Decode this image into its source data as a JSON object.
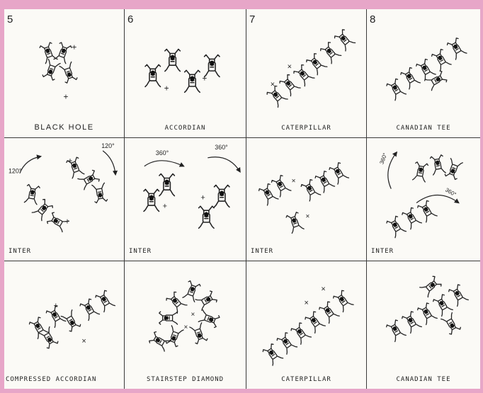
{
  "grid": {
    "column_numbers": [
      "5",
      "6",
      "7",
      "8"
    ],
    "row1_captions": [
      "BLACK HOLE",
      "ACCORDIAN",
      "CATERPILLAR",
      "CANADIAN TEE"
    ],
    "row2_captions": [
      "INTER",
      "INTER",
      "INTER",
      "INTER"
    ],
    "row3_captions": [
      "COMPRESSED ACCORDIAN",
      "STAIRSTEP DIAMOND",
      "CATERPILLAR",
      "CANADIAN TEE"
    ],
    "annotations": {
      "c5_left_angle": "120°",
      "c5_right_angle": "120°",
      "c6_left_angle": "360°",
      "c6_right_angle": "360°",
      "c8_top_angle": "360°",
      "c8_bottom_angle": "360°"
    }
  }
}
